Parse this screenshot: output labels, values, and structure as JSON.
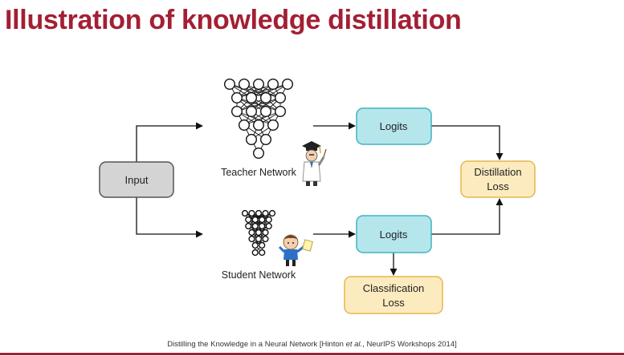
{
  "slide": {
    "title": "Illustration of knowledge distillation"
  },
  "diagram": {
    "input_label": "Input",
    "teacher_label": "Teacher Network",
    "student_label": "Student Network",
    "teacher_logits_label": "Logits",
    "student_logits_label": "Logits",
    "distillation_loss_lines": [
      "Distillation",
      "Loss"
    ],
    "classification_loss_lines": [
      "Classification",
      "Loss"
    ]
  },
  "citation": {
    "prefix": "Distilling the Knowledge in a Neural Network [Hinton ",
    "etal": "et al.",
    "suffix": ", NeurIPS Workshops 2014]"
  },
  "colors": {
    "title": "#a31f34",
    "input_fill": "#d4d4d4",
    "input_stroke": "#555555",
    "logits_fill": "#b5e6ec",
    "logits_stroke": "#3fb3c0",
    "loss_fill": "#fdebc0",
    "loss_stroke": "#e8b64c"
  },
  "icons": {
    "teacher": "teacher-figure-icon",
    "student": "student-figure-icon"
  }
}
